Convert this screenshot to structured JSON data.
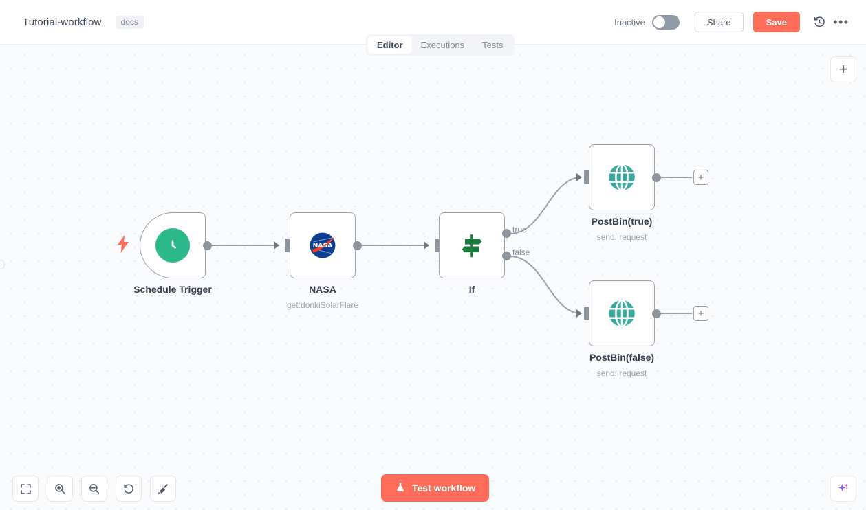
{
  "header": {
    "workflow_title": "Tutorial-workflow",
    "tag_label": "docs",
    "activator_label": "Inactive",
    "activator_state": "off",
    "share_label": "Share",
    "save_label": "Save",
    "history_icon": "history-icon",
    "more_icon": "more-options-icon",
    "save_color": "#ff6d5a"
  },
  "tabs": [
    {
      "label": "Editor",
      "active": true
    },
    {
      "label": "Executions",
      "active": false
    },
    {
      "label": "Tests",
      "active": false
    }
  ],
  "canvas": {
    "add_node_label": "+",
    "nodes": [
      {
        "name": "Schedule Trigger",
        "subtitle": "",
        "icon": "clock-icon",
        "icon_color": "#2eb98d",
        "type": "trigger"
      },
      {
        "name": "NASA",
        "subtitle": "get:donkiSolarFlare",
        "icon": "nasa-logo-icon",
        "icon_color": "#1b4ea0",
        "type": "action"
      },
      {
        "name": "If",
        "subtitle": "",
        "icon": "signpost-icon",
        "icon_color": "#1d7a3e",
        "type": "condition",
        "outputs": [
          "true",
          "false"
        ]
      },
      {
        "name": "PostBin(true)",
        "subtitle": "send: request",
        "icon": "globe-icon",
        "icon_color": "#3aaa9e",
        "type": "action"
      },
      {
        "name": "PostBin(false)",
        "subtitle": "send: request",
        "icon": "globe-icon",
        "icon_color": "#3aaa9e",
        "type": "action"
      }
    ],
    "plus_label": "+"
  },
  "toolbar": {
    "zoom_to_fit_icon": "zoom-to-fit-icon",
    "zoom_in_icon": "zoom-in-icon",
    "zoom_out_icon": "zoom-out-icon",
    "reset_zoom_icon": "reset-zoom-icon",
    "tidy_up_icon": "tidy-up-broom-icon",
    "test_workflow_label": "Test workflow",
    "test_workflow_icon": "flask-icon",
    "ai_assistant_icon": "ai-sparkle-icon"
  }
}
